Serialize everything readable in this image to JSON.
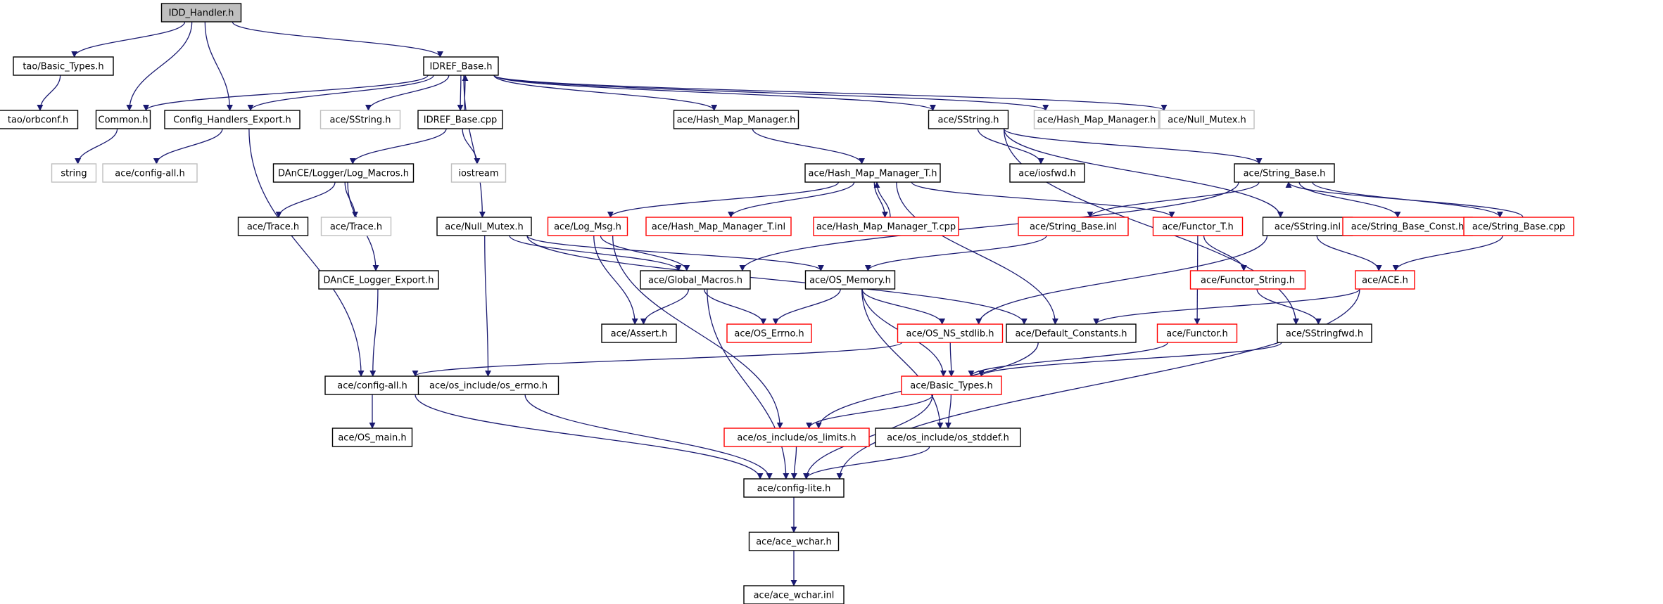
{
  "colors": {
    "edge": "#191970",
    "border_normal": "#000000",
    "border_truncated": "#ff0000",
    "border_external": "#bfbfbf",
    "root_fill": "#bfbfbf",
    "fill": "#ffffff"
  },
  "nodes": [
    {
      "id": "n0",
      "label": "IDD_Handler.h",
      "kind": "root"
    },
    {
      "id": "n1",
      "label": "tao/Basic_Types.h",
      "kind": "normal"
    },
    {
      "id": "n2",
      "label": "tao/orbconf.h",
      "kind": "normal"
    },
    {
      "id": "n3",
      "label": "IDREF_Base.h",
      "kind": "normal"
    },
    {
      "id": "n4",
      "label": "Common.h",
      "kind": "normal"
    },
    {
      "id": "n5",
      "label": "Config_Handlers_Export.h",
      "kind": "normal"
    },
    {
      "id": "n6",
      "label": "ace/SString.h",
      "kind": "external"
    },
    {
      "id": "n7",
      "label": "IDREF_Base.cpp",
      "kind": "normal"
    },
    {
      "id": "n8",
      "label": "ace/Hash_Map_Manager.h",
      "kind": "normal"
    },
    {
      "id": "n9",
      "label": "ace/SString.h",
      "kind": "normal"
    },
    {
      "id": "n10",
      "label": "ace/Hash_Map_Manager.h",
      "kind": "external"
    },
    {
      "id": "n11",
      "label": "ace/Null_Mutex.h",
      "kind": "external"
    },
    {
      "id": "n12",
      "label": "string",
      "kind": "external"
    },
    {
      "id": "n13",
      "label": "ace/config-all.h",
      "kind": "external"
    },
    {
      "id": "n14",
      "label": "DAnCE/Logger/Log_Macros.h",
      "kind": "normal"
    },
    {
      "id": "n15",
      "label": "iostream",
      "kind": "external"
    },
    {
      "id": "n16",
      "label": "ace/Hash_Map_Manager_T.h",
      "kind": "normal"
    },
    {
      "id": "n17",
      "label": "ace/iosfwd.h",
      "kind": "normal"
    },
    {
      "id": "n18",
      "label": "ace/String_Base.h",
      "kind": "normal"
    },
    {
      "id": "n19",
      "label": "ace/Trace.h",
      "kind": "normal"
    },
    {
      "id": "n20",
      "label": "ace/Trace.h",
      "kind": "external"
    },
    {
      "id": "n21",
      "label": "ace/Null_Mutex.h",
      "kind": "normal"
    },
    {
      "id": "n22",
      "label": "ace/Log_Msg.h",
      "kind": "truncated"
    },
    {
      "id": "n23",
      "label": "ace/Hash_Map_Manager_T.inl",
      "kind": "truncated"
    },
    {
      "id": "n24",
      "label": "ace/Hash_Map_Manager_T.cpp",
      "kind": "truncated"
    },
    {
      "id": "n25",
      "label": "ace/String_Base.inl",
      "kind": "truncated"
    },
    {
      "id": "n26",
      "label": "ace/Functor_T.h",
      "kind": "truncated"
    },
    {
      "id": "n27",
      "label": "ace/SString.inl",
      "kind": "normal"
    },
    {
      "id": "n28",
      "label": "ace/String_Base_Const.h",
      "kind": "truncated"
    },
    {
      "id": "n29",
      "label": "ace/String_Base.cpp",
      "kind": "truncated"
    },
    {
      "id": "n30",
      "label": "DAnCE_Logger_Export.h",
      "kind": "normal"
    },
    {
      "id": "n31",
      "label": "ace/Global_Macros.h",
      "kind": "normal"
    },
    {
      "id": "n32",
      "label": "ace/OS_Memory.h",
      "kind": "normal"
    },
    {
      "id": "n33",
      "label": "ace/Functor_String.h",
      "kind": "truncated"
    },
    {
      "id": "n34",
      "label": "ace/ACE.h",
      "kind": "truncated"
    },
    {
      "id": "n35",
      "label": "ace/Assert.h",
      "kind": "normal"
    },
    {
      "id": "n36",
      "label": "ace/OS_Errno.h",
      "kind": "truncated"
    },
    {
      "id": "n37",
      "label": "ace/OS_NS_stdlib.h",
      "kind": "truncated"
    },
    {
      "id": "n38",
      "label": "ace/Default_Constants.h",
      "kind": "normal"
    },
    {
      "id": "n39",
      "label": "ace/Functor.h",
      "kind": "truncated"
    },
    {
      "id": "n40",
      "label": "ace/SStringfwd.h",
      "kind": "normal"
    },
    {
      "id": "n41",
      "label": "ace/config-all.h",
      "kind": "normal"
    },
    {
      "id": "n42",
      "label": "ace/os_include/os_errno.h",
      "kind": "normal"
    },
    {
      "id": "n43",
      "label": "ace/Basic_Types.h",
      "kind": "truncated"
    },
    {
      "id": "n44",
      "label": "ace/OS_main.h",
      "kind": "normal"
    },
    {
      "id": "n45",
      "label": "ace/os_include/os_limits.h",
      "kind": "truncated"
    },
    {
      "id": "n46",
      "label": "ace/os_include/os_stddef.h",
      "kind": "normal"
    },
    {
      "id": "n47",
      "label": "ace/config-lite.h",
      "kind": "normal"
    },
    {
      "id": "n48",
      "label": "ace/ace_wchar.h",
      "kind": "normal"
    },
    {
      "id": "n49",
      "label": "ace/ace_wchar.inl",
      "kind": "normal"
    }
  ],
  "edges": [
    {
      "from": "n0",
      "to": "n1"
    },
    {
      "from": "n0",
      "to": "n4"
    },
    {
      "from": "n0",
      "to": "n5"
    },
    {
      "from": "n0",
      "to": "n3"
    },
    {
      "from": "n1",
      "to": "n2"
    },
    {
      "from": "n3",
      "to": "n4"
    },
    {
      "from": "n3",
      "to": "n5"
    },
    {
      "from": "n3",
      "to": "n6"
    },
    {
      "from": "n3",
      "to": "n7"
    },
    {
      "from": "n3",
      "to": "n8"
    },
    {
      "from": "n3",
      "to": "n9"
    },
    {
      "from": "n3",
      "to": "n10"
    },
    {
      "from": "n3",
      "to": "n11"
    },
    {
      "from": "n3",
      "to": "n21"
    },
    {
      "from": "n7",
      "to": "n3"
    },
    {
      "from": "n7",
      "to": "n14"
    },
    {
      "from": "n7",
      "to": "n15"
    },
    {
      "from": "n4",
      "to": "n12"
    },
    {
      "from": "n5",
      "to": "n13"
    },
    {
      "from": "n5",
      "to": "n41"
    },
    {
      "from": "n8",
      "to": "n16"
    },
    {
      "from": "n9",
      "to": "n17"
    },
    {
      "from": "n9",
      "to": "n18"
    },
    {
      "from": "n9",
      "to": "n27"
    },
    {
      "from": "n9",
      "to": "n40"
    },
    {
      "from": "n14",
      "to": "n19"
    },
    {
      "from": "n14",
      "to": "n20"
    },
    {
      "from": "n14",
      "to": "n30"
    },
    {
      "from": "n16",
      "to": "n22"
    },
    {
      "from": "n16",
      "to": "n23"
    },
    {
      "from": "n16",
      "to": "n24"
    },
    {
      "from": "n16",
      "to": "n26"
    },
    {
      "from": "n16",
      "to": "n38"
    },
    {
      "from": "n24",
      "to": "n16"
    },
    {
      "from": "n18",
      "to": "n25"
    },
    {
      "from": "n18",
      "to": "n28"
    },
    {
      "from": "n18",
      "to": "n29"
    },
    {
      "from": "n18",
      "to": "n31"
    },
    {
      "from": "n29",
      "to": "n18"
    },
    {
      "from": "n29",
      "to": "n34"
    },
    {
      "from": "n21",
      "to": "n31"
    },
    {
      "from": "n21",
      "to": "n32"
    },
    {
      "from": "n21",
      "to": "n42"
    },
    {
      "from": "n21",
      "to": "n38"
    },
    {
      "from": "n22",
      "to": "n31"
    },
    {
      "from": "n22",
      "to": "n35"
    },
    {
      "from": "n22",
      "to": "n45"
    },
    {
      "from": "n25",
      "to": "n32"
    },
    {
      "from": "n26",
      "to": "n33"
    },
    {
      "from": "n26",
      "to": "n39"
    },
    {
      "from": "n27",
      "to": "n34"
    },
    {
      "from": "n27",
      "to": "n37"
    },
    {
      "from": "n30",
      "to": "n41"
    },
    {
      "from": "n31",
      "to": "n35"
    },
    {
      "from": "n31",
      "to": "n36"
    },
    {
      "from": "n31",
      "to": "n47"
    },
    {
      "from": "n32",
      "to": "n36"
    },
    {
      "from": "n32",
      "to": "n37"
    },
    {
      "from": "n32",
      "to": "n43"
    },
    {
      "from": "n32",
      "to": "n46"
    },
    {
      "from": "n33",
      "to": "n40"
    },
    {
      "from": "n34",
      "to": "n38"
    },
    {
      "from": "n34",
      "to": "n47"
    },
    {
      "from": "n37",
      "to": "n43"
    },
    {
      "from": "n37",
      "to": "n41"
    },
    {
      "from": "n39",
      "to": "n43"
    },
    {
      "from": "n40",
      "to": "n43"
    },
    {
      "from": "n43",
      "to": "n45"
    },
    {
      "from": "n43",
      "to": "n46"
    },
    {
      "from": "n43",
      "to": "n47"
    },
    {
      "from": "n38",
      "to": "n45"
    },
    {
      "from": "n41",
      "to": "n44"
    },
    {
      "from": "n41",
      "to": "n47"
    },
    {
      "from": "n42",
      "to": "n47"
    },
    {
      "from": "n45",
      "to": "n47"
    },
    {
      "from": "n46",
      "to": "n47"
    },
    {
      "from": "n47",
      "to": "n48"
    },
    {
      "from": "n48",
      "to": "n49"
    }
  ]
}
